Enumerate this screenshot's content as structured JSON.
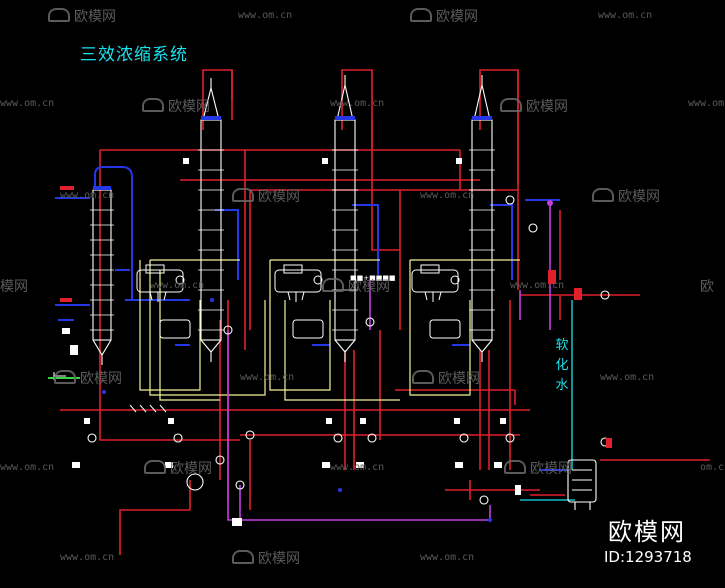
{
  "diagram": {
    "title": "三效浓缩系统",
    "side_label": "软化水",
    "inline_label": "■■+■■■■"
  },
  "watermark": {
    "brand": "欧模网",
    "id_text": "ID:1293718",
    "url": "www.om.cn",
    "url_short": "om.cn",
    "partial_left": "模网",
    "partial_right": "欧"
  },
  "colors": {
    "background": "#000000",
    "pipe_red": "#e0202a",
    "pipe_blue": "#2638e6",
    "vessel": "#ffffff",
    "steam_yellow": "#f2f296",
    "magenta": "#c040e0",
    "cyan": "#19e3ef",
    "green": "#39d14a",
    "watermark_gray": "#6a6a6a"
  }
}
